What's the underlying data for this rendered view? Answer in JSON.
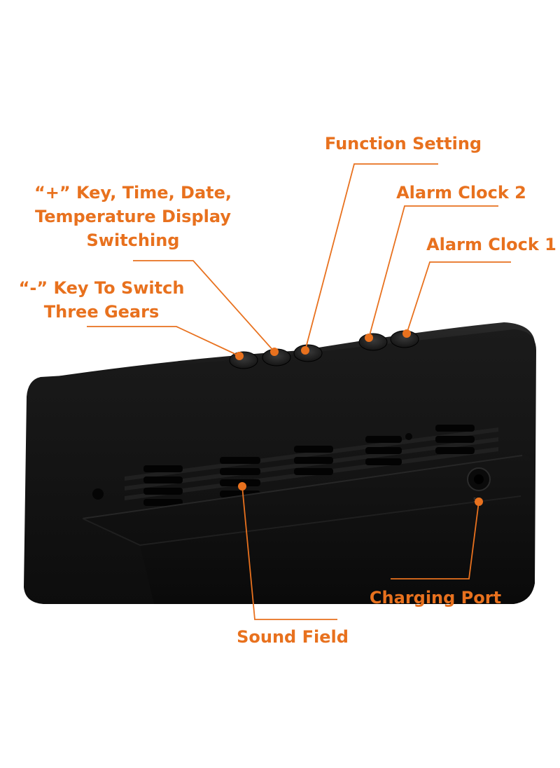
{
  "diagram": {
    "accent_color": "#e8711e",
    "device_color": "#111111",
    "labels": {
      "function_setting": "Function Setting",
      "plus_key_line1": "“+” Key, Time, Date,",
      "plus_key_line2": "Temperature Display",
      "plus_key_line3": "Switching",
      "alarm_clock_2": "Alarm Clock 2",
      "alarm_clock_1": "Alarm Clock 1",
      "minus_key_line1": "“-” Key To Switch",
      "minus_key_line2": "Three Gears",
      "charging_port": "Charging Port",
      "sound_field": "Sound Field"
    }
  }
}
